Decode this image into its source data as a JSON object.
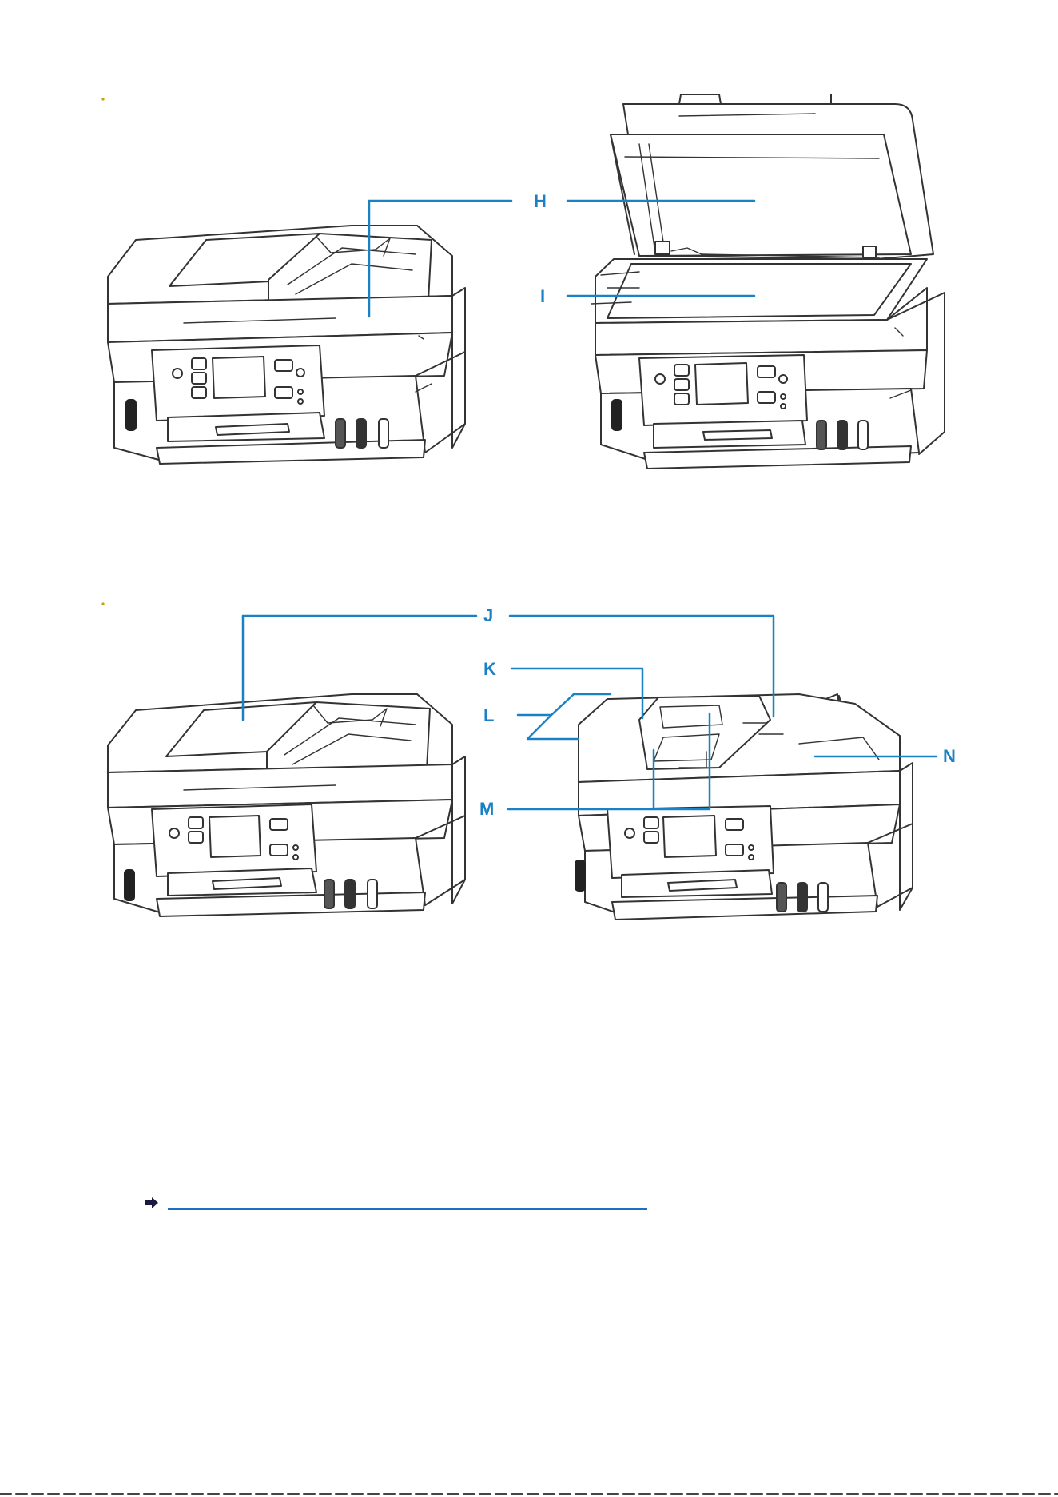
{
  "figure1": {
    "labels": {
      "H": "H",
      "I": "I"
    }
  },
  "figure2": {
    "labels": {
      "J": "J",
      "K": "K",
      "L": "L",
      "M": "M",
      "N": "N"
    }
  },
  "related_link": {
    "text": ""
  },
  "colors": {
    "callout": "#1a82c4",
    "line_art": "#333333",
    "link": "#1d6fc4",
    "bullet": "#c8a000"
  },
  "icons": {
    "link_marker": "right-arrow-icon"
  }
}
